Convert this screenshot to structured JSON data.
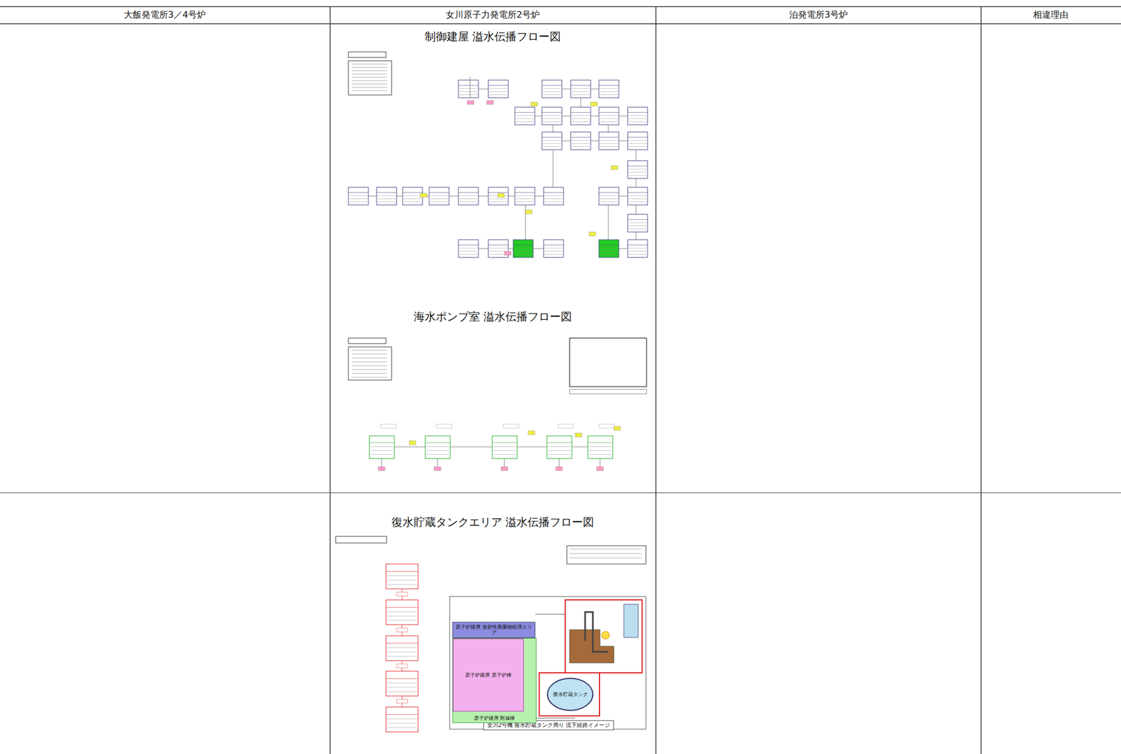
{
  "diagram": {
    "nodes": [
      {
        "text": [
          "原子炉建屋 放射性廃棄物処理エリア"
        ]
      },
      {
        "text": [
          "原子炉建屋 附属棟"
        ]
      },
      {
        "text": [
          "原子炉建屋 原子炉棟"
        ],
        "in": 1
      },
      {
        "text": [
          "復水貯蔵タンク"
        ]
      }
    ],
    "labels": [
      "大飯発電所3／4号炉",
      "女川原子力発電所2号炉",
      "泊発電所3号炉",
      "相違理由",
      "制御建屋 溢水伝播フロー図",
      "海水ポンプ室 溢水伝播フロー図",
      "復水貯蔵タンクエリア 溢水伝播フロー図",
      "女川2号機 復水貯蔵タンク周り 流下経路イメージ"
    ]
  }
}
